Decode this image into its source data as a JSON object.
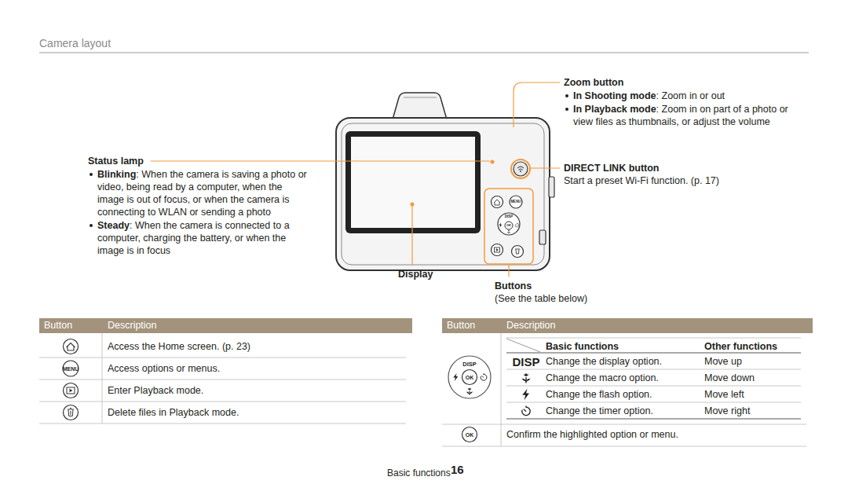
{
  "diagram": {
    "title": "Camera layout",
    "nodes": [
      {
        "text": [
          "Button"
        ]
      },
      {
        "text": [
          "Description"
        ]
      },
      {
        "text": [
          "Button"
        ]
      },
      {
        "text": [
          "Description"
        ]
      }
    ],
    "labels": [
      "Status lamp",
      "Blinking",
      ": When the camera is saving a photo or video, being read by a computer, when the image is out of focus, or when the camera is connecting to WLAN or sending a photo",
      "Steady",
      ": When the camera is connected to a computer, charging the battery, or when the image is in focus",
      "Display",
      "Buttons",
      "(See the table below)",
      "Zoom button",
      "In Shooting mode",
      ": Zoom in or out",
      "In Playback mode",
      ": Zoom in on part of a photo or view files as thumbnails, or adjust the volume",
      "DIRECT LINK button",
      "Start a preset Wi-Fi function. (p. 17)",
      "Access the Home screen. (p. 23)",
      "MENU",
      "Access options or menus.",
      "Enter Playback mode.",
      "Delete files in Playback mode.",
      "DISP",
      "OK",
      "Basic functions",
      "Other functions",
      "DISP",
      "Change the display option.",
      "Move up",
      "Change the macro option.",
      "Move down",
      "Change the flash option.",
      "Move left",
      "Change the timer option.",
      "Move right",
      "OK",
      "Confirm the highlighted option or menu.",
      "Basic functions",
      "16",
      "MENU",
      "DISP",
      "OK"
    ]
  }
}
